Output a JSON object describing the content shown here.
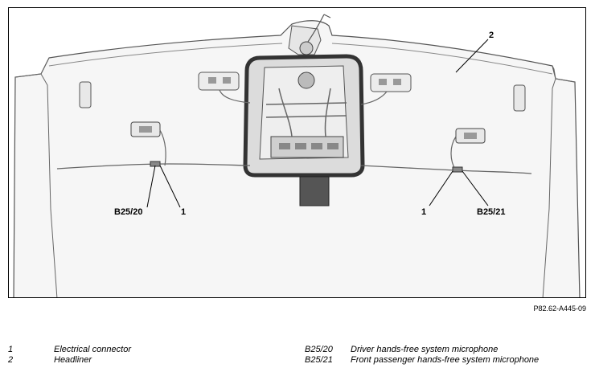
{
  "diagram": {
    "callouts": {
      "headliner_number": "2",
      "left_mic_code": "B25/20",
      "left_connector_number": "1",
      "right_connector_number": "1",
      "right_mic_code": "B25/21"
    },
    "figure_reference": "P82.62-A445-09"
  },
  "legend": {
    "rows": [
      {
        "key": "1",
        "description": "Electrical connector"
      },
      {
        "key": "2",
        "description": "Headliner"
      },
      {
        "key": "B25/20",
        "description": "Driver hands-free system microphone"
      },
      {
        "key": "B25/21",
        "description": "Front passenger hands-free system microphone"
      }
    ]
  }
}
